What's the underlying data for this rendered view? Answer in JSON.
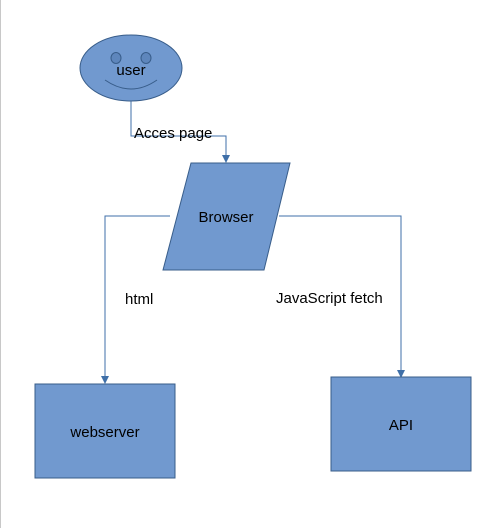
{
  "colors": {
    "fill": "#7199CF",
    "stroke": "#385D8A",
    "connector": "#3F6FA8",
    "text": "#000000"
  },
  "nodes": {
    "user": {
      "label": "user",
      "shape": "smiley-face"
    },
    "browser": {
      "label": "Browser",
      "shape": "parallelogram"
    },
    "webserver": {
      "label": "webserver",
      "shape": "rectangle"
    },
    "api": {
      "label": "API",
      "shape": "rectangle"
    }
  },
  "edges": [
    {
      "from": "user",
      "to": "browser",
      "label": "Acces page"
    },
    {
      "from": "browser",
      "to": "webserver",
      "label": "html"
    },
    {
      "from": "browser",
      "to": "api",
      "label": "JavaScript fetch"
    }
  ]
}
